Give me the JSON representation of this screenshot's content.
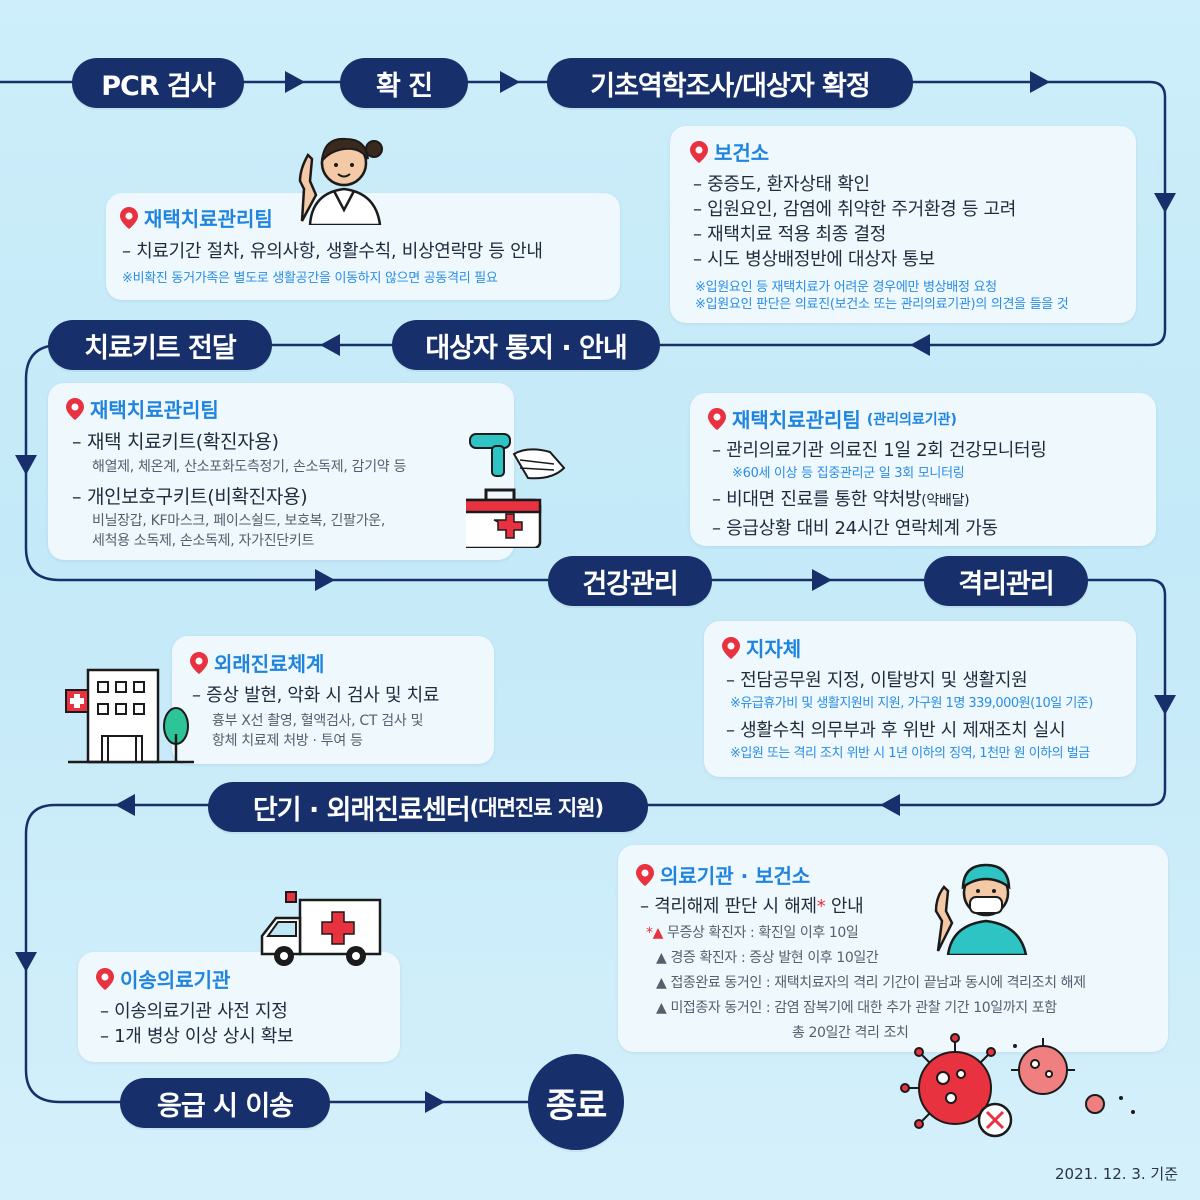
{
  "steps": {
    "pcr": "PCR 검사",
    "confirm": "확 진",
    "epi": "기초역학조사/대상자 확정",
    "notify": "대상자 통지 · 안내",
    "kit": "치료키트 전달",
    "health": "건강관리",
    "isolation": "격리관리",
    "short_center": "단기 · 외래진료센터",
    "short_center_sub": "(대면진료 지원)",
    "transfer": "응급 시 이송",
    "end": "종료"
  },
  "cards": {
    "team1": {
      "title": "재택치료관리팀",
      "lines": [
        "– 치료기간 절차, 유의사항, 생활수칙, 비상연락망 등 안내"
      ],
      "note": "※비확진 동거가족은 별도로 생활공간을 이동하지 않으면 공동격리 필요"
    },
    "health_center": {
      "title": "보건소",
      "lines": [
        "– 중증도, 환자상태 확인",
        "– 입원요인, 감염에 취약한 주거환경 등 고려",
        "– 재택치료 적용 최종 결정",
        "– 시도 병상배정반에 대상자 통보"
      ],
      "notes": [
        "※입원요인 등 재택치료가 어려운 경우에만 병상배정 요청",
        "※입원요인 판단은 의료진(보건소 또는 관리의료기관)의 의견을 들을 것"
      ]
    },
    "team2": {
      "title": "재택치료관리팀",
      "line1": "– 재택 치료키트(확진자용)",
      "sub1": "해열제, 체온계, 산소포화도측정기, 손소독제, 감기약 등",
      "line2": "– 개인보호구키트(비확진자용)",
      "sub2a": "비닐장갑, KF마스크, 페이스쉴드, 보호복, 긴팔가운,",
      "sub2b": "세척용 소독제, 손소독제, 자가진단키트"
    },
    "team3": {
      "title": "재택치료관리팀",
      "title_sub": "(관리의료기관)",
      "line1": "– 관리의료기관 의료진 1일 2회 건강모니터링",
      "note1": "※60세 이상 등 집중관리군 일 3회 모니터링",
      "line2": "– 비대면 진료를 통한 약처방",
      "line2_sub": "(약배달)",
      "line3": "– 응급상황 대비 24시간 연락체계 가동"
    },
    "outpatient": {
      "title": "외래진료체계",
      "line1": "– 증상 발현, 악화 시 검사 및 치료",
      "sub1": "흉부 X선 촬영, 혈액검사, CT 검사 및",
      "sub2": "항체 치료제 처방 · 투여 등"
    },
    "local_gov": {
      "title": "지자체",
      "line1": "– 전담공무원 지정, 이탈방지 및 생활지원",
      "note1": "※유급휴가비 및 생활지원비 지원, 가구원 1명 339,000원(10일 기준)",
      "line2": "– 생활수칙 의무부과 후 위반 시 제재조치 실시",
      "note2": "※입원 또는 격리 조치 위반 시 1년 이하의 징역, 1천만 원 이하의 벌금"
    },
    "transfer_hosp": {
      "title": "이송의료기관",
      "lines": [
        "– 이송의료기관 사전 지정",
        "– 1개 병상 이상 상시 확보"
      ]
    },
    "medical": {
      "title": "의료기관 · 보건소",
      "line1": "– 격리해제 판단 시 해제",
      "line1_star": "*",
      "line1_end": " 안내",
      "items": [
        {
          "mark": "*▲",
          "text": "무증상 확진자 : 확진일 이후 10일"
        },
        {
          "mark": "▲",
          "text": "경증 확진자 : 증상 발현 이후 10일간"
        },
        {
          "mark": "▲",
          "text": "접종완료 동거인 : 재택치료자의 격리 기간이 끝남과 동시에 격리조치 해제"
        },
        {
          "mark": "▲",
          "text": "미접종자 동거인 : 감염 잠복기에 대한 추가 관찰 기간 10일까지 포함"
        }
      ],
      "item_cont": "총 20일간 격리 조치"
    }
  },
  "date": "2021. 12. 3. 기준",
  "colors": {
    "navy": "#17306b",
    "accent": "#1e84e0",
    "pin": "#e8323f"
  }
}
